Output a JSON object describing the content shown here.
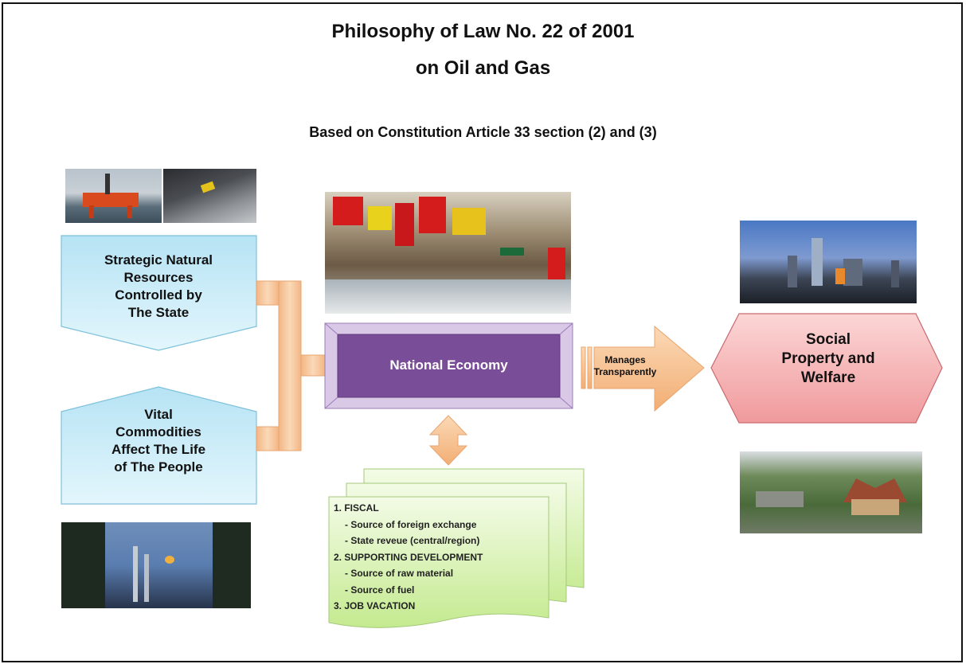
{
  "title_line1": "Philosophy of Law No. 22 of 2001",
  "title_line2": "on Oil and Gas",
  "subtitle": "Based on Constitution Article 33 section (2) and (3)",
  "left_top_box": [
    "Strategic Natural",
    "Resources",
    "Controlled by",
    "The State"
  ],
  "left_bottom_box": [
    "Vital",
    "Commodities",
    "Affect The Life",
    "of The People"
  ],
  "center_box": "National Economy",
  "arrow_label": [
    "Manages",
    "Transparently"
  ],
  "right_box": [
    "Social",
    "Property and",
    "Welfare"
  ],
  "list_items": [
    "1. FISCAL",
    "- Source of foreign exchange",
    "- State reveue (central/region)",
    "2. SUPPORTING DEVELOPMENT",
    "- Source of raw material",
    "- Source of fuel",
    "3. JOB VACATION"
  ],
  "colors": {
    "left_box_fill": "#c8ecf7",
    "connector_fill": "#f6c89e",
    "center_box_fill": "#7a4d98",
    "right_box_fill": "#f5b8ba",
    "list_fill": "#d7f2b0"
  }
}
